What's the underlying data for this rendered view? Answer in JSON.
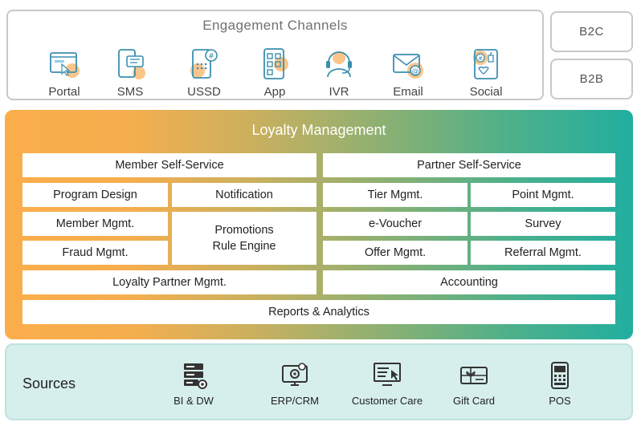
{
  "engagement": {
    "title": "Engagement Channels",
    "channels": [
      {
        "label": "Portal",
        "icon": "portal-icon"
      },
      {
        "label": "SMS",
        "icon": "sms-icon"
      },
      {
        "label": "USSD",
        "icon": "ussd-icon"
      },
      {
        "label": "App",
        "icon": "app-icon"
      },
      {
        "label": "IVR",
        "icon": "ivr-icon"
      },
      {
        "label": "Email",
        "icon": "email-icon"
      },
      {
        "label": "Social",
        "icon": "social-icon"
      }
    ]
  },
  "segments": [
    "B2C",
    "B2B"
  ],
  "loyalty": {
    "title": "Loyalty Management",
    "modules": {
      "member_self_service": "Member Self-Service",
      "partner_self_service": "Partner Self-Service",
      "program_design": "Program Design",
      "notification": "Notification",
      "tier_mgmt": "Tier Mgmt.",
      "point_mgmt": "Point Mgmt.",
      "member_mgmt": "Member Mgmt.",
      "promotions_rule_engine_line1": "Promotions",
      "promotions_rule_engine_line2": "Rule Engine",
      "e_voucher": "e-Voucher",
      "survey": "Survey",
      "fraud_mgmt": "Fraud Mgmt.",
      "offer_mgmt": "Offer Mgmt.",
      "referral_mgmt": "Referral Mgmt.",
      "loyalty_partner_mgmt": "Loyalty Partner Mgmt.",
      "accounting": "Accounting",
      "reports_analytics": "Reports & Analytics"
    }
  },
  "sources": {
    "title": "Sources",
    "items": [
      {
        "label": "BI & DW",
        "icon": "server-icon"
      },
      {
        "label": "ERP/CRM",
        "icon": "erp-monitor-icon"
      },
      {
        "label": "Customer Care",
        "icon": "customer-care-icon"
      },
      {
        "label": "Gift Card",
        "icon": "gift-card-icon"
      },
      {
        "label": "POS",
        "icon": "pos-terminal-icon"
      }
    ]
  },
  "colors": {
    "gradient_start": "#fbae4b",
    "gradient_end": "#22aea0",
    "icon_stroke": "#3a8fb0",
    "icon_accent": "#fbc58a",
    "sources_bg": "#d6efec"
  }
}
